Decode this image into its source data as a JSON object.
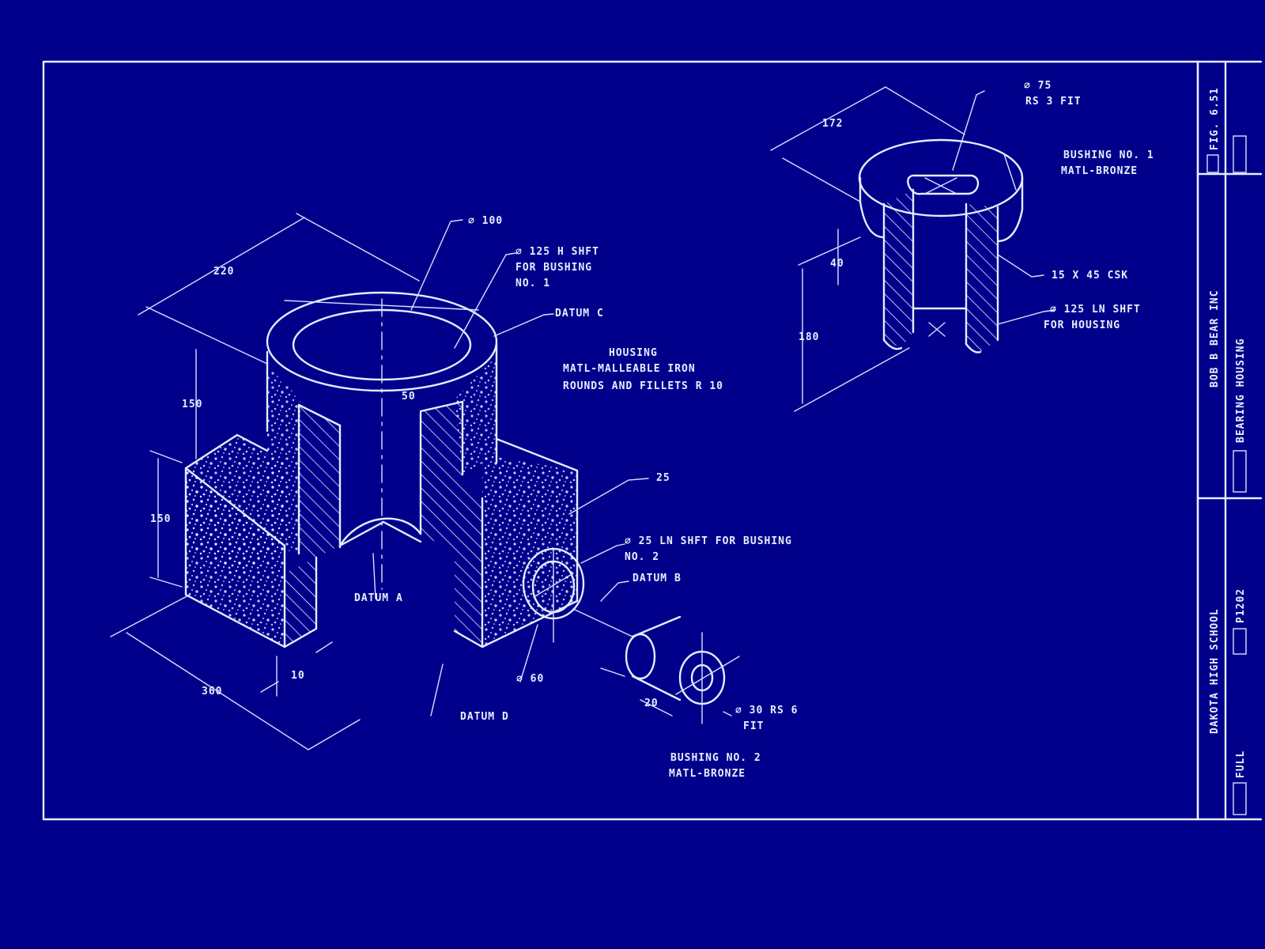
{
  "colors": {
    "background": "#00008b",
    "line": "#e6ecff"
  },
  "housing": {
    "dia_top": "⌀ 100",
    "note_bushing1": [
      "⌀ 125 H SHFT",
      "FOR BUSHING",
      "NO. 1"
    ],
    "datum_c": "DATUM C",
    "note_material": [
      "HOUSING",
      "MATL-MALLEABLE IRON",
      "ROUNDS AND FILLETS R 10"
    ],
    "dim_50": "50",
    "dim_220": "220",
    "dim_150_upper": "150",
    "dim_150_left": "150",
    "dim_25": "25",
    "note_bushing2": [
      "⌀ 25 LN SHFT FOR BUSHING",
      "NO. 2"
    ],
    "datum_b": "DATUM B",
    "datum_a": "DATUM A",
    "dim_10": "10",
    "dim_360": "360",
    "dia_60": "⌀ 60",
    "datum_d": "DATUM D"
  },
  "bushing2": {
    "dim_20": "20",
    "fit": [
      "⌀ 30 RS 6",
      "FIT"
    ],
    "label": [
      "BUSHING NO. 2",
      "MATL-BRONZE"
    ]
  },
  "bushing1": {
    "dim_172": "172",
    "fit": [
      "⌀ 75",
      "RS 3 FIT"
    ],
    "label": [
      "BUSHING NO. 1",
      "MATL-BRONZE"
    ],
    "dim_40": "40",
    "dim_180": "180",
    "csk": "15 X 45 CSK",
    "note_housing": [
      "⌀ 125 LN SHFT",
      "FOR HOUSING"
    ]
  },
  "title_block": {
    "fig": "FIG. 6.51",
    "company": "BOB B BEAR INC",
    "part": "BEARING HOUSING",
    "school": "DAKOTA HIGH SCHOOL",
    "scale": "FULL",
    "sheet": "P1202"
  }
}
